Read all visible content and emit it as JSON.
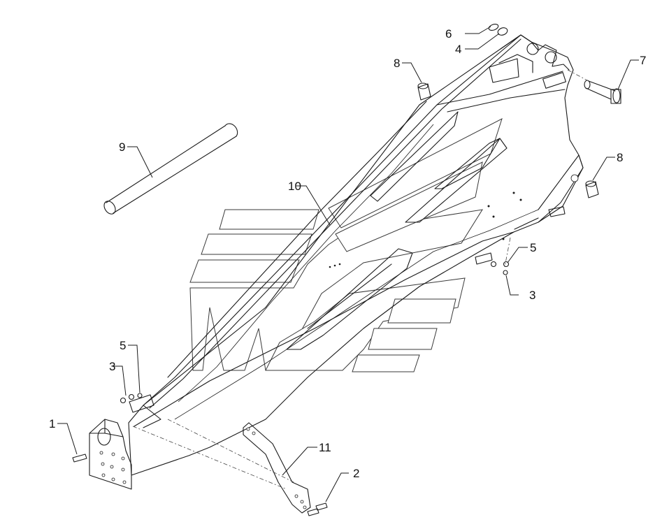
{
  "diagram": {
    "callouts": [
      {
        "id": "c1",
        "label": "1"
      },
      {
        "id": "c2",
        "label": "2"
      },
      {
        "id": "c3a",
        "label": "3"
      },
      {
        "id": "c3b",
        "label": "3"
      },
      {
        "id": "c4",
        "label": "4"
      },
      {
        "id": "c5a",
        "label": "5"
      },
      {
        "id": "c5b",
        "label": "5"
      },
      {
        "id": "c6",
        "label": "6"
      },
      {
        "id": "c7",
        "label": "7"
      },
      {
        "id": "c8a",
        "label": "8"
      },
      {
        "id": "c8b",
        "label": "8"
      },
      {
        "id": "c9",
        "label": "9"
      },
      {
        "id": "c10",
        "label": "10"
      },
      {
        "id": "c11",
        "label": "11"
      }
    ]
  }
}
